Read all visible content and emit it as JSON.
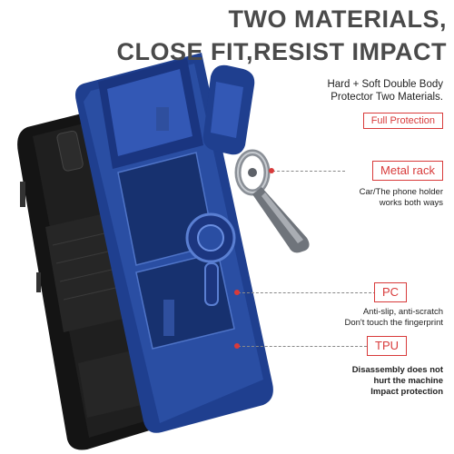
{
  "headline": {
    "line1": "TWO MATERIALS,",
    "line2": "CLOSE FIT,RESIST IMPACT"
  },
  "intro": {
    "line1": "Hard + Soft Double Body",
    "line2": "Protector Two Materials.",
    "badge": "Full Protection"
  },
  "callouts": [
    {
      "label": "Metal rack",
      "desc1": "Car/The phone holder",
      "desc2": "works both ways"
    },
    {
      "label": "PC",
      "desc1": "Anti-slip, anti-scratch",
      "desc2": "Don't touch the fingerprint"
    },
    {
      "label": "TPU",
      "desc1": "Disassembly does not",
      "desc2": "hurt the machine",
      "desc3": "Impact protection"
    }
  ],
  "colors": {
    "case_blue": "#1f3f8f",
    "case_blue_light": "#3358b5",
    "tpu_black": "#141414",
    "accent_red": "#d83a3a",
    "ring_metal": "#8a8f96",
    "headline_gray": "#4a4a4a"
  }
}
